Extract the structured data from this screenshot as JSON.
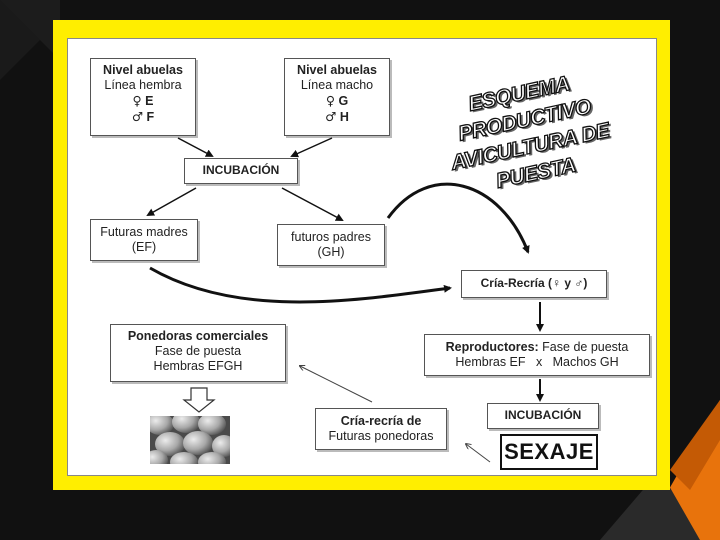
{
  "title": {
    "line1": "ESQUEMA PRODUCTIVO",
    "line2": "AVICULTURA DE PUESTA"
  },
  "boxes": {
    "grandparents_female": {
      "title": "Nivel abuelas",
      "subtitle": "Línea hembra",
      "female_symbol": "♀",
      "female_code": "E",
      "male_symbol": "♂",
      "male_code": "F"
    },
    "grandparents_male": {
      "title": "Nivel abuelas",
      "subtitle": "Línea macho",
      "female_symbol": "♀",
      "female_code": "G",
      "male_symbol": "♂",
      "male_code": "H"
    },
    "incubation_top": {
      "label": "INCUBACIÓN"
    },
    "future_mothers": {
      "line1": "Futuras madres",
      "line2": "(EF)"
    },
    "future_fathers": {
      "line1": "futuros padres",
      "line2": "(GH)"
    },
    "rearing": {
      "label": "Cría-Recría (♀ y ♂)"
    },
    "breeders": {
      "label_bold": "Reproductores:",
      "label_rest": " Fase de puesta",
      "line2": "Hembras EF   x   Machos GH"
    },
    "incubation_bottom": {
      "label": "INCUBACIÓN"
    },
    "sexing": {
      "label": "SEXAJE"
    },
    "future_layers": {
      "line1": "Cría-recría de",
      "line2": "Futuras ponedoras"
    },
    "commercial_layers": {
      "line1": "Ponedoras comerciales",
      "line2": "Fase de puesta",
      "line3": "Hembras EFGH"
    }
  },
  "colors": {
    "frame": "#ffee00",
    "background": "#111111",
    "accent": "#e8730c"
  }
}
